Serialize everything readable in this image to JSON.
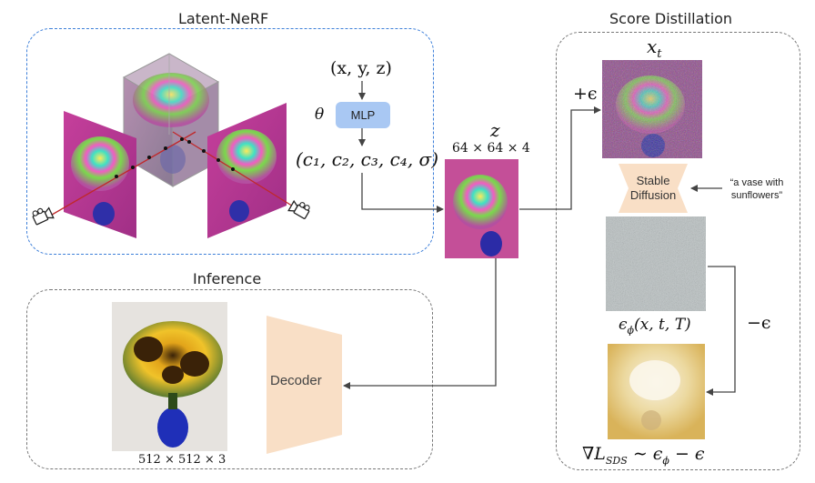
{
  "sections": {
    "latent_nerf": "Latent-NeRF",
    "score_distillation": "Score Distillation",
    "inference": "Inference"
  },
  "nerf": {
    "input": "(x, y, z)",
    "theta": "θ",
    "mlp": "MLP",
    "output": "(c₁, c₂, c₃, c₄, σ)"
  },
  "latent": {
    "symbol": "z",
    "size": "64 × 64 × 4"
  },
  "score": {
    "xt": "x",
    "xt_sub": "t",
    "plus_eps": "+ϵ",
    "minus_eps": "−ϵ",
    "sd_line1": "Stable",
    "sd_line2": "Diffusion",
    "prompt_line1": "“a vase with",
    "prompt_line2": "sunflowers”",
    "eps_pred": "ϵ",
    "eps_pred_sub": "ϕ",
    "eps_pred_args": "(x, t, T)",
    "grad_prefix": "∇L",
    "grad_sub": "SDS",
    "grad_suffix": " ∼ ϵ",
    "grad_phi": "ϕ",
    "grad_tail": " − ϵ"
  },
  "inference": {
    "decoder": "Decoder",
    "size": "512 × 512 × 3"
  },
  "colors": {
    "blue_border": "#3d7fd9",
    "gray_border": "#777777",
    "mlp_fill": "#a9c8f3",
    "trapezoid_fill": "#f9dfc6",
    "ray": "#c0282a"
  }
}
